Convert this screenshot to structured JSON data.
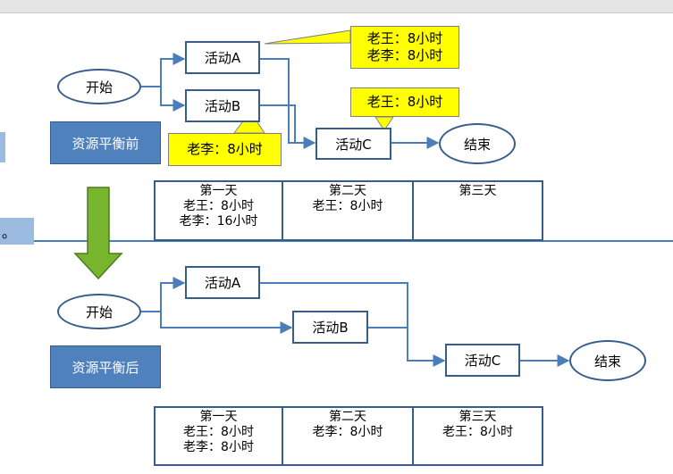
{
  "top": {
    "start": "开始",
    "activity_a": "活动A",
    "activity_b": "活动B",
    "activity_c": "活动C",
    "end": "结束",
    "label": "资源平衡前",
    "callout_a": [
      "老王：8小时",
      "老李：8小时"
    ],
    "callout_b": "老李：8小时",
    "callout_c": "老王：8小时",
    "table": [
      {
        "day": "第一天",
        "lines": [
          "老王：8小时",
          "老李：16小时"
        ]
      },
      {
        "day": "第二天",
        "lines": [
          "老王：8小时"
        ]
      },
      {
        "day": "第三天",
        "lines": []
      }
    ]
  },
  "bottom": {
    "start": "开始",
    "activity_a": "活动A",
    "activity_b": "活动B",
    "activity_c": "活动C",
    "end": "结束",
    "label": "资源平衡后",
    "table": [
      {
        "day": "第一天",
        "lines": [
          "老王：8小时",
          "老李：8小时"
        ]
      },
      {
        "day": "第二天",
        "lines": [
          "老李：8小时"
        ]
      },
      {
        "day": "第三天",
        "lines": [
          "老王：8小时"
        ]
      }
    ]
  },
  "edge_text": "。",
  "colors": {
    "border": "#385d8a",
    "label_fill": "#4f81bd",
    "callout": "#ffff00",
    "arrow_green": "#77b52e",
    "connector": "#4a7ebb"
  }
}
